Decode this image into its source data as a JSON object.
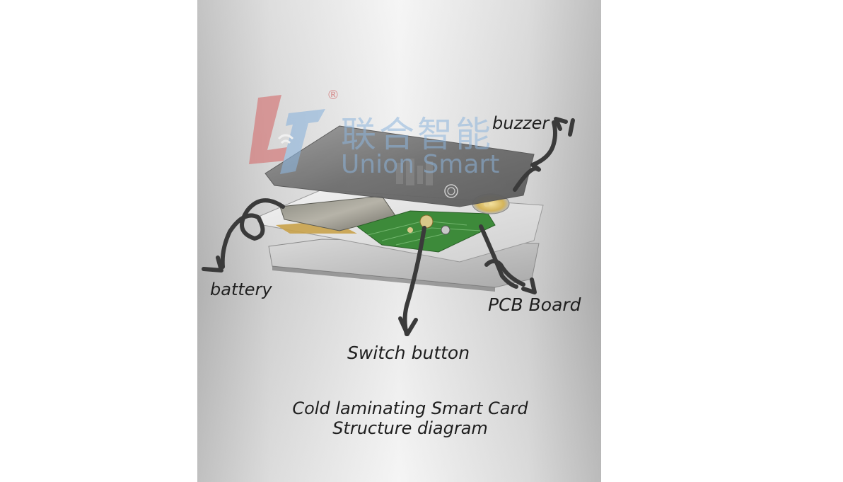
{
  "labels": {
    "buzzer": "buzzer",
    "battery": "battery",
    "pcb_board": "PCB Board",
    "switch_button": "Switch button"
  },
  "caption": {
    "line1": "Cold laminating Smart Card",
    "line2": "Structure diagram"
  },
  "watermark": {
    "logo_text": "L7",
    "registered": "®",
    "chinese": "联合智能",
    "english": "Union Smart"
  },
  "colors": {
    "pcb_green": "#3d8a3a",
    "battery_gold": "#c9a24a",
    "watermark_red": "#d46a6a",
    "watermark_blue": "#8cb4dc"
  }
}
